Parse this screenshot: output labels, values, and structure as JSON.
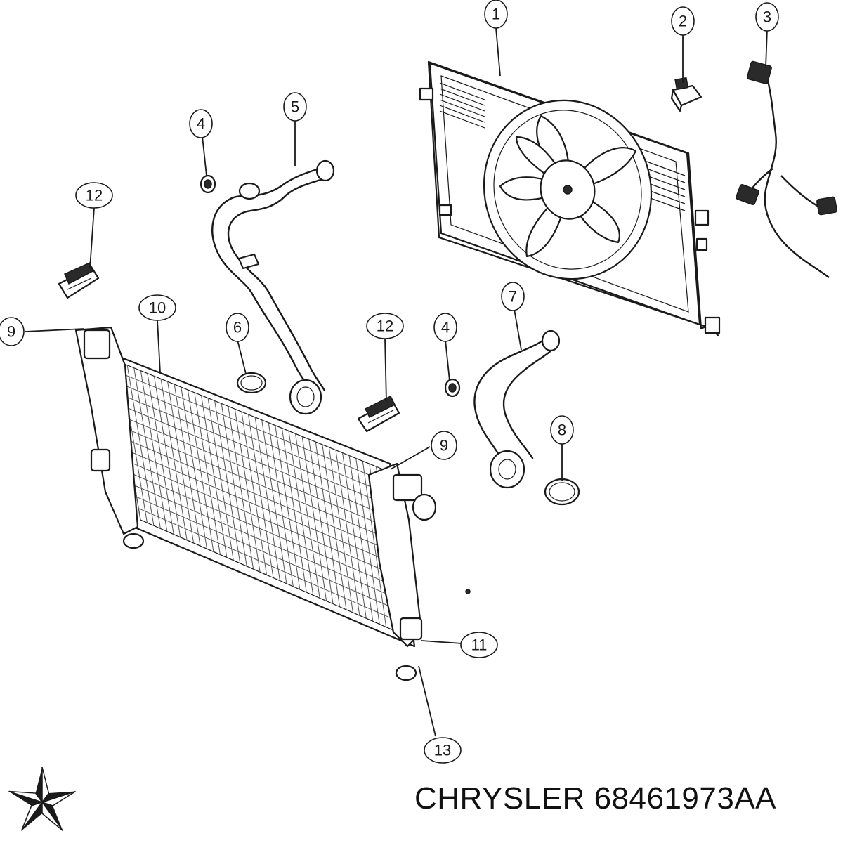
{
  "caption": {
    "brand": "CHRYSLER",
    "part_number": "68461973AA"
  },
  "logo": {
    "icon": "chrysler-pentastar-icon",
    "color": "#1a1a1a"
  },
  "callouts": [
    {
      "id": "c1",
      "label": "1"
    },
    {
      "id": "c2",
      "label": "2"
    },
    {
      "id": "c3",
      "label": "3"
    },
    {
      "id": "c4a",
      "label": "4"
    },
    {
      "id": "c5",
      "label": "5"
    },
    {
      "id": "c12a",
      "label": "12"
    },
    {
      "id": "c9a",
      "label": "9"
    },
    {
      "id": "c10",
      "label": "10"
    },
    {
      "id": "c6",
      "label": "6"
    },
    {
      "id": "c12b",
      "label": "12"
    },
    {
      "id": "c4b",
      "label": "4"
    },
    {
      "id": "c7",
      "label": "7"
    },
    {
      "id": "c8",
      "label": "8"
    },
    {
      "id": "c9b",
      "label": "9"
    },
    {
      "id": "c11",
      "label": "11"
    },
    {
      "id": "c13",
      "label": "13"
    }
  ]
}
